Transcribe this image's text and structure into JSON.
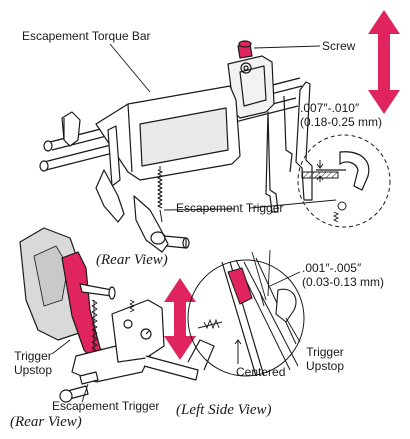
{
  "labels": {
    "escapement_torque_bar": "Escapement Torque Bar",
    "screw": "Screw",
    "gap_top_in": ".007″-.010″",
    "gap_top_mm": "(0.18-0.25 mm)",
    "escapement_trigger_top": "Escapement Trigger",
    "rear_view_top": "(Rear View)",
    "gap_bottom_in": ".001″-.005″",
    "gap_bottom_mm": "(0.03-0.13 mm)",
    "trigger_upstop_left_1": "Trigger",
    "trigger_upstop_left_2": "Upstop",
    "centered": "Centered",
    "trigger_upstop_right_1": "Trigger",
    "trigger_upstop_right_2": "Upstop",
    "escapement_trigger_bottom": "Escapement Trigger",
    "rear_view_bottom": "(Rear View)",
    "left_side_view": "(Left Side View)"
  },
  "colors": {
    "accent": "#e0245e",
    "line": "#1a1a1a",
    "fill_gray": "#d9d9d9"
  },
  "icons": [
    "double-arrow-icon",
    "double-arrow-icon"
  ]
}
